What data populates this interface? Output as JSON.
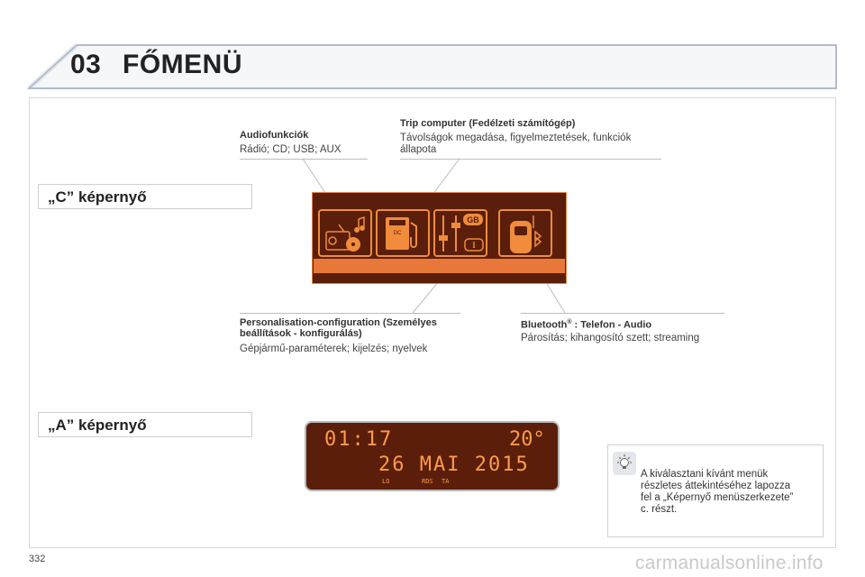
{
  "header": {
    "chapter": "03",
    "title": "FŐMENÜ"
  },
  "sections": {
    "c_screen": "„C” képernyő",
    "a_screen": "„A” képernyő"
  },
  "callouts": {
    "audio": {
      "title": "Audiofunkciók",
      "desc": "Rádió; CD; USB; AUX"
    },
    "trip": {
      "title": "Trip computer (Fedélzeti számítógép)",
      "desc_line1": "Távolságok megadása, figyelmeztetések, funkciók",
      "desc_line2": "állapota"
    },
    "personal": {
      "title_line1": "Personalisation-configuration (Személyes",
      "title_line2": "beállítások - konfigurálás)",
      "desc": "Gépjármű-paraméterek; kijelzés; nyelvek"
    },
    "bluetooth": {
      "title_pre": "Bluetooth",
      "title_sup": "®",
      "title_post": " : Telefon - Audio",
      "desc": "Párosítás; kihangosító szett; streaming"
    }
  },
  "c_display": {
    "badge_gb": "GB",
    "badge_i": "I",
    "fuel_label": "DC"
  },
  "a_display": {
    "time": "01:17",
    "temp": "20°",
    "date": "26 MAI 2015",
    "status_lo": "LO",
    "status_rds": "RDS",
    "status_ta": "TA"
  },
  "note": {
    "line1": "A kiválasztani kívánt menük",
    "line2": "részletes áttekintéséhez lapozza",
    "line3": "fel a „Képernyő menüszerkezete”",
    "line4": "c. részt."
  },
  "footer": {
    "page_number": "332"
  },
  "watermark": "carmanualsonline.info",
  "colors": {
    "screen_bg": "#5a1e0a",
    "screen_text": "#ff9a4a",
    "icon_stroke": "#f08c3c",
    "frame": "#9aa7b8"
  }
}
